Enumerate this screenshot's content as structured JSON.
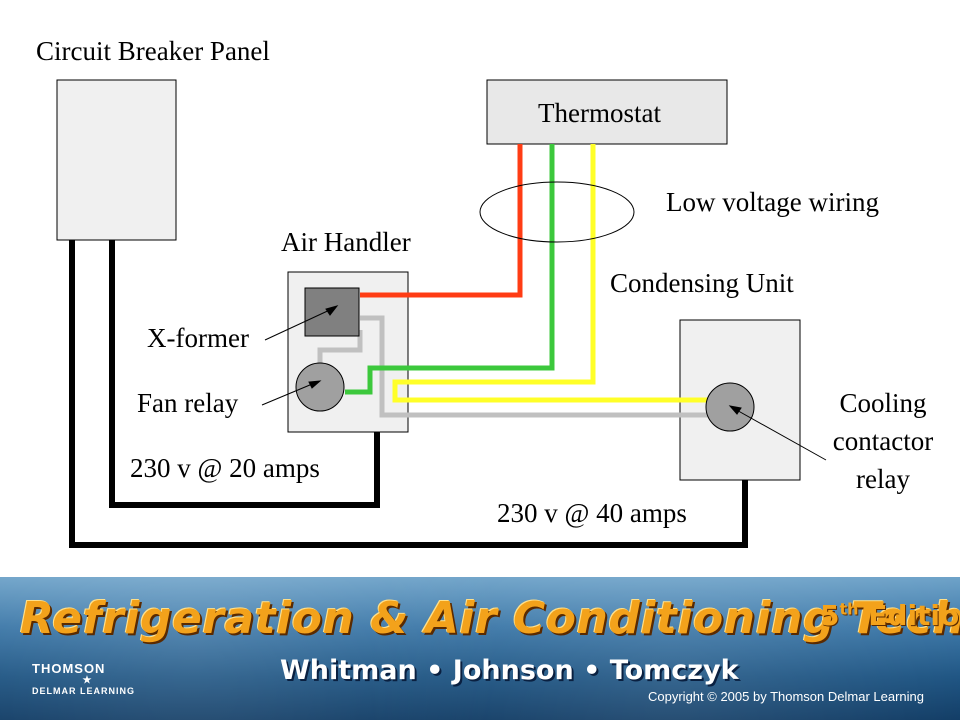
{
  "diagram": {
    "title": "Circuit Breaker Panel",
    "thermostat": "Thermostat",
    "low_voltage": "Low voltage wiring",
    "air_handler": "Air Handler",
    "condensing_unit": "Condensing Unit",
    "xformer": "X-former",
    "fan_relay": "Fan relay",
    "cooling_1": "Cooling",
    "cooling_2": "contactor",
    "cooling_3": "relay",
    "amps20": "230 v @ 20 amps",
    "amps40": "230 v @ 40 amps"
  },
  "colors": {
    "red_wire": "#ff3c14",
    "green_wire": "#3cc83c",
    "yellow_wire": "#ffff28",
    "gray_wire": "#c0c0c0",
    "power_wire": "#000000",
    "box_fill": "#f0f0f0",
    "thermostat_fill": "#e8e8e8"
  },
  "banner": {
    "title": "Refrigeration & Air Conditioning Technology",
    "edition_num": "5",
    "edition_sup": "th",
    "edition_word": "Edition",
    "authors": "Whitman • Johnson • Tomczyk",
    "publisher1": "THOMSON",
    "publisher_star": "★",
    "publisher2": "DELMAR LEARNING",
    "copyright": "Copyright © 2005 by Thomson Delmar Learning"
  }
}
